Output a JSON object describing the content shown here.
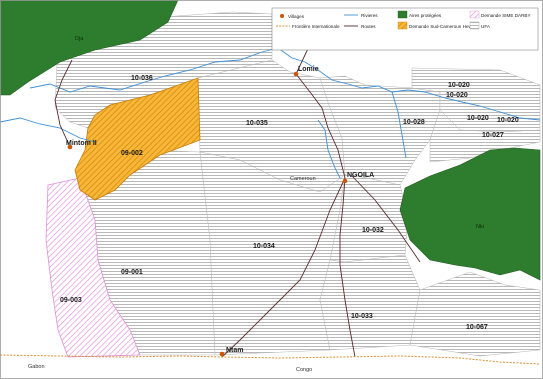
{
  "colors": {
    "protected": "#2e7d2e",
    "demande_sud_cameroun_hevea": "#f2a81d",
    "demande_sime_darby": "#e39be0",
    "ufa_hatch": "#9a9a9a",
    "river": "#3d8fd6",
    "road": "#5a2a2a",
    "border": "#d79030",
    "village": "#cc5500"
  },
  "legend": {
    "villages": "Villages",
    "frontiere": "Frontière Internationale",
    "rivieres": "Rivieres",
    "routes": "Routes",
    "aires": "Aires protégées",
    "hevea": "Demande Sud-Cameroun Hevea",
    "darby": "Demande SIME DARBY",
    "ufa": "UFA"
  },
  "parks": {
    "dja": "Dja",
    "nki": "Nki"
  },
  "towns": {
    "lomie": "Lomie",
    "mintom": "Mintom II",
    "ngoila": "NGOILA",
    "ntam": "Ntam"
  },
  "regions": {
    "cameroun": "Cameroun",
    "gabon": "Gabon",
    "congo": "Congo"
  },
  "ufa_labels": {
    "u10036": "10-036",
    "u10035": "10-035",
    "u09002": "09-002",
    "u10028": "10-028",
    "u10020a": "10-020",
    "u10020b": "10-020",
    "u10020c": "10-020",
    "u10020d": "10-020",
    "u10027": "10-027",
    "u10034": "10-034",
    "u09001": "09-001",
    "u09003": "09-003",
    "u10032": "10-032",
    "u10033": "10-033",
    "u10067": "10-067"
  }
}
